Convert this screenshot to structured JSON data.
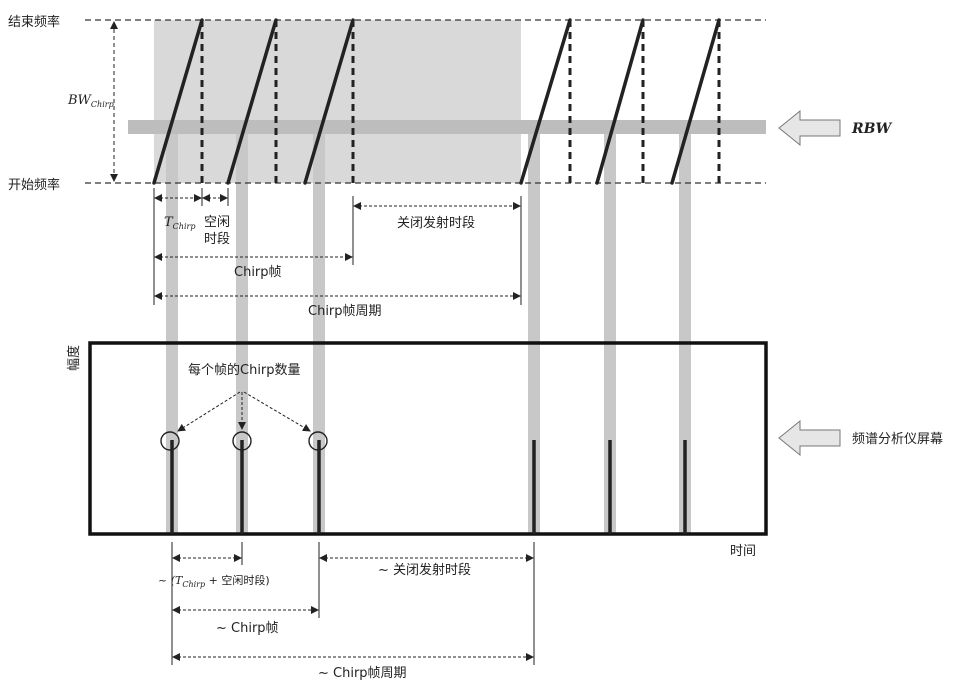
{
  "labels": {
    "end_freq": "结束频率",
    "start_freq": "开始频率",
    "bw_main": "BW",
    "bw_sub": "Chirp",
    "rbw": "RBW",
    "t_main": "T",
    "t_sub": "Chirp",
    "idle_line1": "空闲",
    "idle_line2": "时段",
    "off_period": "关闭发射时段",
    "chirp_frame": "Chirp帧",
    "chirp_frame_period": "Chirp帧周期",
    "amplitude": "幅度",
    "chirps_per_frame": "每个帧的Chirp数量",
    "analyzer_screen": "频谱分析仪屏幕",
    "time_axis": "时间",
    "approx_t_prefix": "~ (T",
    "approx_t_sub": "Chirp",
    "approx_t_suffix": " + 空闲时段)",
    "approx_off_period": "~ 关闭发射时段",
    "approx_chirp_frame": "~ Chirp帧",
    "approx_chirp_frame_period": "~ Chirp帧周期"
  },
  "colors": {
    "shade": "#d9d9d9",
    "band": "#c8c8c8",
    "line": "#222222",
    "arrow_fill": "#e6e6e6"
  }
}
